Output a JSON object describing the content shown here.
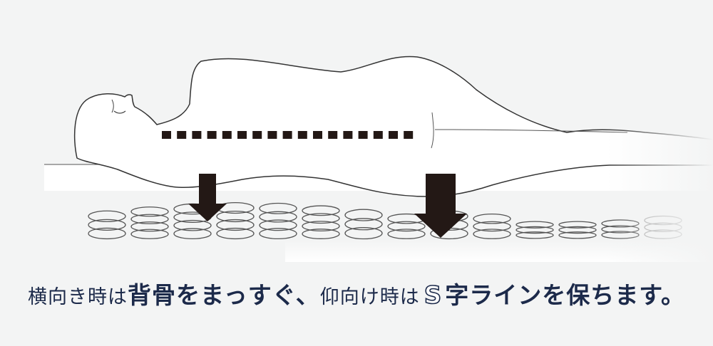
{
  "caption": {
    "part1": "横向き時は",
    "part2": "背骨をまっすぐ、",
    "part3": "仰向け時は",
    "s_mark": "S",
    "part4": "字ラインを保ちます。"
  },
  "colors": {
    "background": "#f3f4f4",
    "text": "#1c2a4a",
    "outline": "#333333",
    "arrow": "#231815",
    "body_fill": "#ffffff"
  },
  "icons": {
    "left_arrow": "down-arrow-icon",
    "right_arrow": "down-arrow-icon",
    "spine_guide": "dashed-line"
  }
}
